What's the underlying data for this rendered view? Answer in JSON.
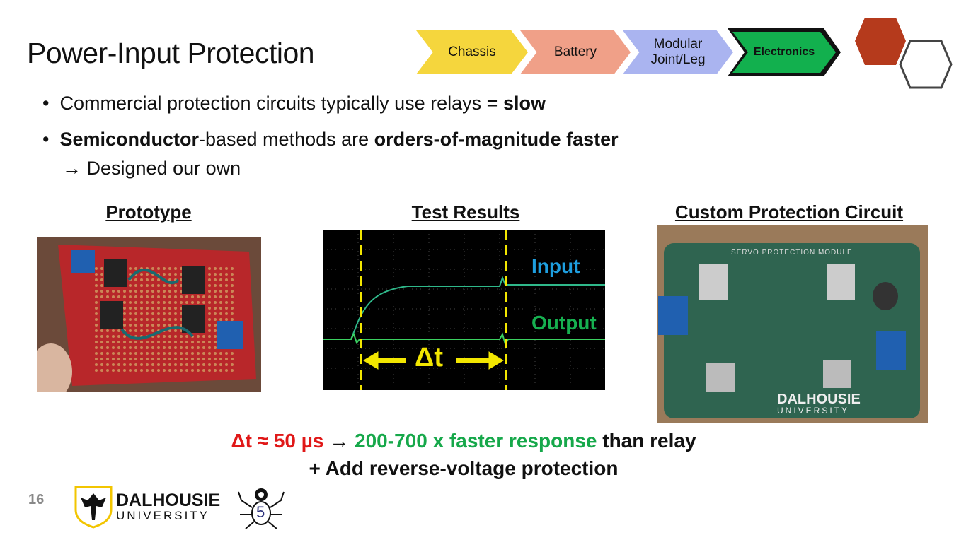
{
  "title": "Power-Input Protection",
  "progress": {
    "steps": [
      {
        "label": "Chassis",
        "color": "#f5d63d"
      },
      {
        "label": "Battery",
        "color": "#f0a088"
      },
      {
        "label": "Modular Joint/Leg",
        "color": "#aab4f0"
      },
      {
        "label": "Electronics",
        "color": "#12b04e",
        "current": true
      }
    ]
  },
  "bullets": [
    {
      "pre": "Commercial protection circuits typically use relays = ",
      "bold": "slow"
    },
    {
      "bold1": "Semiconductor",
      "mid": "-based methods are ",
      "bold2": "orders-of-magnitude faster",
      "arrow": " → ",
      "post": "Designed our own"
    }
  ],
  "sections": {
    "prototype": "Prototype",
    "test_results": "Test Results",
    "custom": "Custom Protection Circuit"
  },
  "scope": {
    "input_label": "Input",
    "output_label": "Output",
    "delta_label": "Δt",
    "input_color": "#1e9fe0",
    "output_color": "#16b050"
  },
  "pcb": {
    "title": "SERVO PROTECTION MODULE",
    "logo_name": "DALHOUSIE",
    "logo_sub": "UNIVERSITY"
  },
  "summary": {
    "delta": "Δt ≈ 50 µs",
    "arrow": " → ",
    "faster": "200-700 x faster response",
    "rest": " than relay",
    "line2": "+ Add reverse-voltage protection"
  },
  "footer": {
    "page_number": "16",
    "logo_name": "DALHOUSIE",
    "logo_sub": "UNIVERSITY",
    "team_number": "5"
  }
}
